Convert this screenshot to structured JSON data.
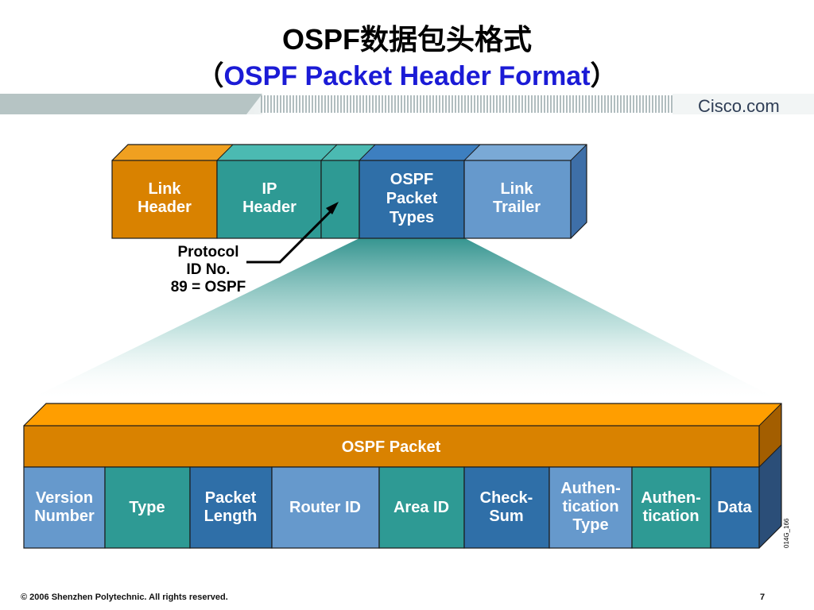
{
  "title": {
    "line1": "OSPF数据包头格式",
    "line2_open": "（",
    "line2_main": "OSPF Packet Header Format",
    "line2_close": "）"
  },
  "logo": "Cisco.com",
  "frame": {
    "link_header": [
      "Link",
      "Header"
    ],
    "ip_header": [
      "IP",
      "Header"
    ],
    "ospf_packet_types": [
      "OSPF",
      "Packet",
      "Types"
    ],
    "link_trailer": [
      "Link",
      "Trailer"
    ]
  },
  "protocol_note": [
    "Protocol",
    "ID No.",
    "89 = OSPF"
  ],
  "packet": {
    "banner": "OSPF Packet",
    "fields": [
      [
        "Version",
        "Number"
      ],
      [
        "Type"
      ],
      [
        "Packet",
        "Length"
      ],
      [
        "Router ID"
      ],
      [
        "Area ID"
      ],
      [
        "Check-",
        "Sum"
      ],
      [
        "Authen-",
        "tication",
        "Type"
      ],
      [
        "Authen-",
        "tication"
      ],
      [
        "Data"
      ]
    ]
  },
  "figure_code": "014G_166",
  "footer": "© 2006 Shenzhen Polytechnic. All rights reserved.",
  "page_number": "7",
  "colors": {
    "orange": "#d98200",
    "teal": "#2e9a94",
    "navy": "#2f6fa8",
    "lightblue": "#6699cc",
    "title_blue": "#1b1bd6"
  }
}
